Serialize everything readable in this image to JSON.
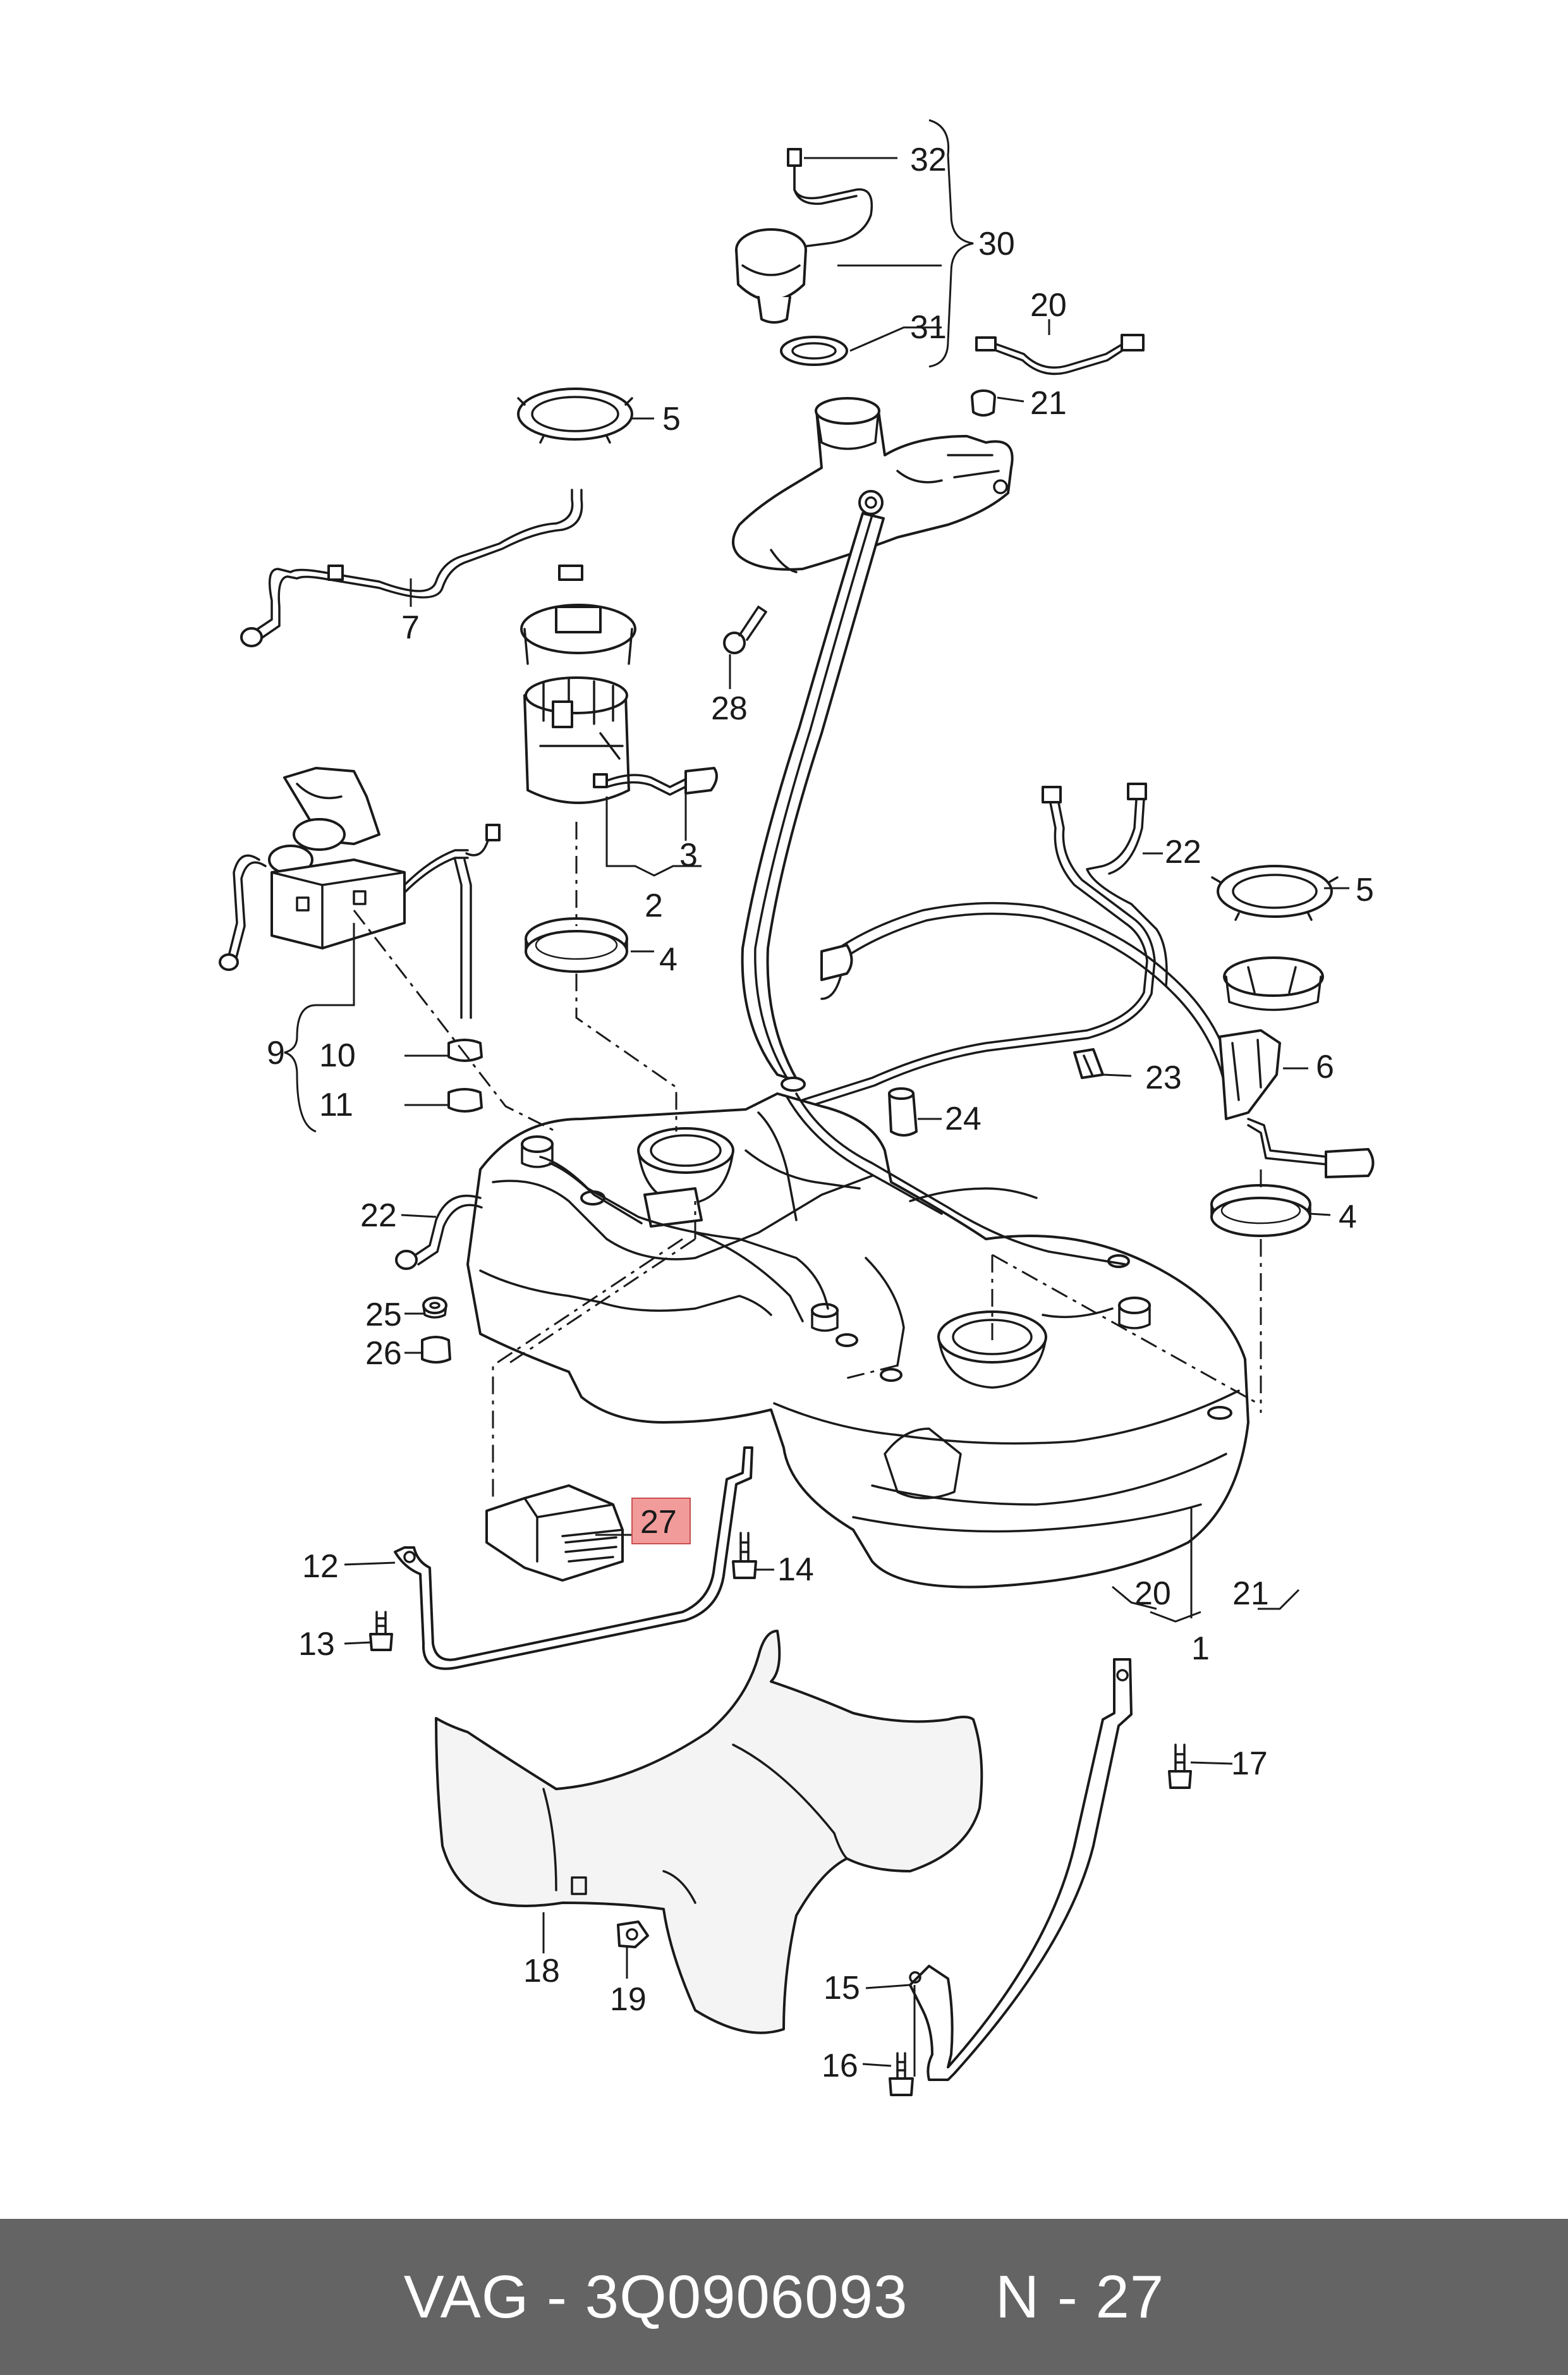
{
  "callouts": {
    "c32": "32",
    "c30": "30",
    "c31": "31",
    "c20a": "20",
    "c21a": "21",
    "c5a": "5",
    "c7": "7",
    "c28": "28",
    "c3": "3",
    "c2": "2",
    "c4a": "4",
    "c22a": "22",
    "c5b": "5",
    "c6": "6",
    "c23": "23",
    "c24": "24",
    "c4b": "4",
    "c9": "9",
    "c10": "10",
    "c11": "11",
    "c22b": "22",
    "c25": "25",
    "c26": "26",
    "c27": "27",
    "c12": "12",
    "c13": "13",
    "c14": "14",
    "c20b": "20",
    "c21b": "21",
    "c1": "1",
    "c17": "17",
    "c18": "18",
    "c19": "19",
    "c15": "15",
    "c16": "16"
  },
  "highlight": {
    "part": "27",
    "color": "#f29b9b"
  },
  "footer": {
    "text": "VAG - 3Q0906093     N - 27",
    "background": "#646464"
  }
}
